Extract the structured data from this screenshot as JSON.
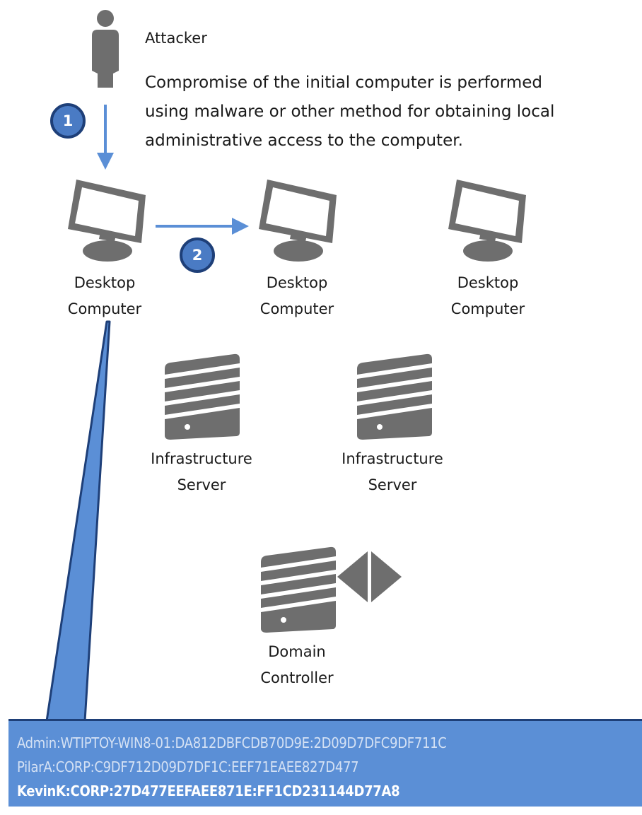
{
  "attacker": {
    "label": "Attacker",
    "icon": "person-icon"
  },
  "description": {
    "lines": [
      "Compromise of the initial computer is performed",
      "using malware or other method for obtaining local",
      "administrative access to the computer."
    ]
  },
  "steps": [
    {
      "number": "1"
    },
    {
      "number": "2"
    }
  ],
  "desktops": [
    {
      "line1": "Desktop",
      "line2": "Computer",
      "icon": "monitor-icon"
    },
    {
      "line1": "Desktop",
      "line2": "Computer",
      "icon": "monitor-icon"
    },
    {
      "line1": "Desktop",
      "line2": "Computer",
      "icon": "monitor-icon"
    }
  ],
  "servers": [
    {
      "line1": "Infrastructure",
      "line2": "Server",
      "icon": "server-icon"
    },
    {
      "line1": "Infrastructure",
      "line2": "Server",
      "icon": "server-icon"
    }
  ],
  "domain_controller": {
    "line1": "Domain",
    "line2": "Controller",
    "icon": "server-icon",
    "badge_icon": "directory-diamond-icon"
  },
  "credential_hashes": [
    {
      "text": "Admin:WTIPTOY-WIN8-01:DA812DBFCDB70D9E:2D09D7DFC9DF711C",
      "highlighted": false
    },
    {
      "text": "PilarA:CORP:C9DF712D09D7DF1C:EEF71EAEE827D477",
      "highlighted": false
    },
    {
      "text": "KevinK:CORP:27D477EEFAEE871E:FF1CD231144D77A8",
      "highlighted": true
    }
  ],
  "colors": {
    "accent_blue": "#5b8fd6",
    "dark_blue": "#1e3f78",
    "icon_gray": "#6e6e6e",
    "text": "#1a1a1a"
  }
}
